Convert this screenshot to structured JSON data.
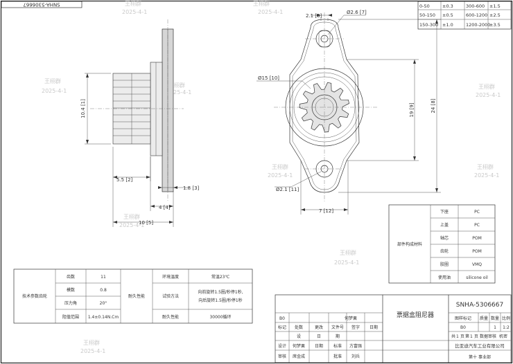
{
  "header": {
    "part_no_rotated": "SNHA-5306667"
  },
  "watermarks": {
    "name": "王栩群",
    "date": "2025-4-1"
  },
  "tolerance_table": {
    "rows": [
      [
        "0-50",
        "±0.3",
        "300-600",
        "±1.5"
      ],
      [
        "50-150",
        "±0.5",
        "600-1200",
        "±2.5"
      ],
      [
        "150-300",
        "±1.0",
        "1200-2000",
        "±3.5"
      ]
    ]
  },
  "dimensions": {
    "d1": "2.1 [6]",
    "d2": "Ø2.6 [7]",
    "d3": "Ø15 [10]",
    "d4": "19 [9]",
    "d5": "24 [8]",
    "d6": "Ø2.1 [11]",
    "d7": "7 [12]",
    "d8": "10.4 [1]",
    "d9": "5.5 [2]",
    "d10": "1.8 [3]",
    "d11": "4 [4]",
    "d12": "10 [5]"
  },
  "materials": {
    "group_label": "部件构成材料",
    "rows": [
      {
        "part": "下座",
        "material": "PC"
      },
      {
        "part": "上盖",
        "material": "PC"
      },
      {
        "part": "轴芯",
        "material": "POM"
      },
      {
        "part": "齿轮",
        "material": "POM"
      },
      {
        "part": "胶圈",
        "material": "VMQ"
      },
      {
        "part": "使用油",
        "material": "silicone oil"
      }
    ]
  },
  "gear_params": {
    "group_label": "技术参数齿轮",
    "rows": [
      {
        "name": "齿数",
        "value": "11"
      },
      {
        "name": "模数",
        "value": "0.8"
      },
      {
        "name": "压力角",
        "value": "20°"
      },
      {
        "name": "阻值范围",
        "value": "1.4±0.14N.Cm"
      }
    ]
  },
  "durability": {
    "group_label": "耐久性能",
    "rows": [
      {
        "name": "环境温度",
        "value": "常温23℃"
      },
      {
        "name": "试验方法",
        "value_line1": "向前旋转1.5圈/秒停1秒,",
        "value_line2": "向后旋转1.5圈/秒停1秒"
      },
      {
        "name": "耐久性能",
        "value": "30000循环"
      }
    ]
  },
  "title_block": {
    "part_no": "SNHA-5306667",
    "part_name": "票据盒阻尼器",
    "rev": "B0",
    "rev_labels": [
      "标记",
      "处数",
      "更改文件号",
      "签字",
      "日期"
    ],
    "cols1": [
      "设",
      "日",
      "期"
    ],
    "approval_label_1": "何梦栗",
    "right_labels": [
      "图样标记",
      "质量",
      "数量",
      "比例"
    ],
    "rev2": "B0",
    "qty": "1",
    "scale": "1:2",
    "sheet_labels": [
      "共",
      "1",
      "页",
      "第",
      "1",
      "页",
      "数据审核",
      "机密"
    ],
    "roles_left": [
      "设计",
      "审核"
    ],
    "names_left": [
      "何梦栗",
      "席金成"
    ],
    "date_label": "日期",
    "roles_mid": [
      "标准",
      "批准"
    ],
    "names_mid": [
      "方富强",
      "刘兵"
    ],
    "company": "比亚迪汽车工业有限公司",
    "division": "第十 事业部",
    "lc": [
      "标记",
      "处数",
      "更改",
      "文件号",
      "签字",
      "日期"
    ]
  }
}
